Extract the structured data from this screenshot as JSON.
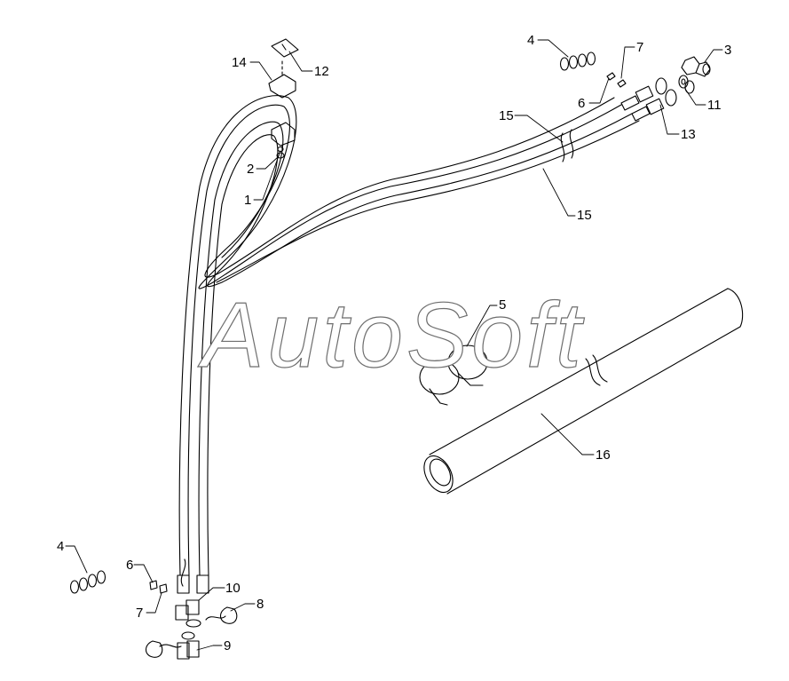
{
  "watermark": "AutoSoft",
  "colors": {
    "line": "#000000",
    "watermark_stroke": "#6e6e6e",
    "background": "#ffffff"
  },
  "labels": [
    {
      "id": "4a",
      "text": "4"
    },
    {
      "id": "7a",
      "text": "7"
    },
    {
      "id": "3",
      "text": "3"
    },
    {
      "id": "14",
      "text": "14"
    },
    {
      "id": "12",
      "text": "12"
    },
    {
      "id": "6a",
      "text": "6"
    },
    {
      "id": "11",
      "text": "11"
    },
    {
      "id": "15a",
      "text": "15"
    },
    {
      "id": "13",
      "text": "13"
    },
    {
      "id": "2",
      "text": "2"
    },
    {
      "id": "1",
      "text": "1"
    },
    {
      "id": "15b",
      "text": "15"
    },
    {
      "id": "5",
      "text": "5"
    },
    {
      "id": "16",
      "text": "16"
    },
    {
      "id": "4b",
      "text": "4"
    },
    {
      "id": "6b",
      "text": "6"
    },
    {
      "id": "10",
      "text": "10"
    },
    {
      "id": "8",
      "text": "8"
    },
    {
      "id": "7b",
      "text": "7"
    },
    {
      "id": "9",
      "text": "9"
    }
  ]
}
